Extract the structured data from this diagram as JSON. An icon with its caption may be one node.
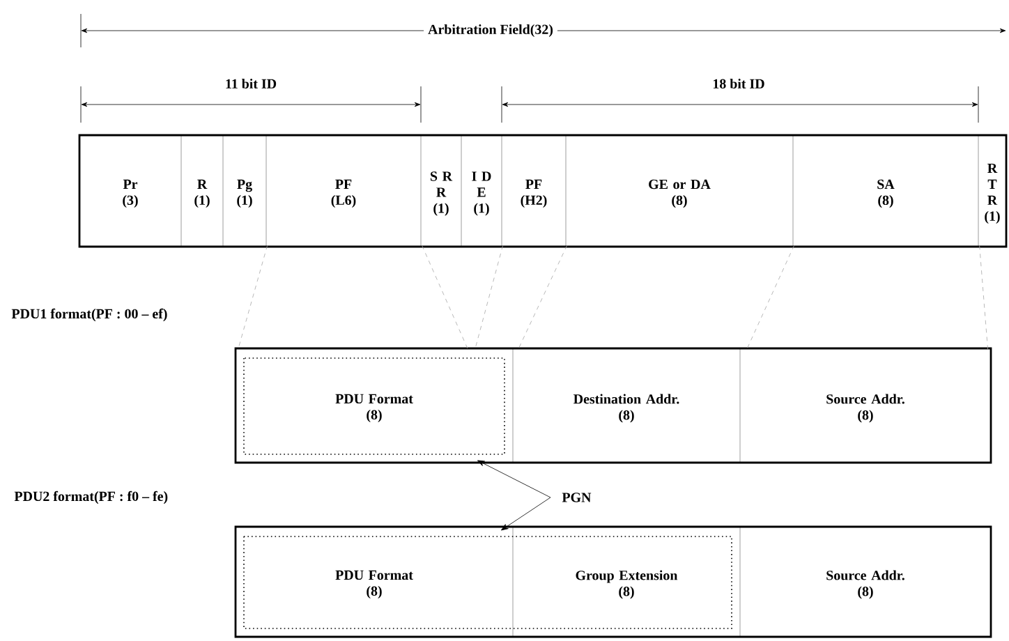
{
  "diagram": {
    "nodes": [
      {
        "text": [],
        "shape": "box"
      },
      {
        "text": [
          "Pr",
          "(3)"
        ],
        "in": 0
      },
      {
        "text": [
          "R",
          "(1)"
        ],
        "in": 0
      },
      {
        "text": [
          "Pg",
          "(1)"
        ],
        "in": 0
      },
      {
        "text": [
          "PF",
          "(L6)"
        ],
        "in": 0
      },
      {
        "text": [
          "S R R",
          "(1)"
        ],
        "in": 0
      },
      {
        "text": [
          "I D E",
          "(1)"
        ],
        "in": 0
      },
      {
        "text": [
          "PF",
          "(H2)"
        ],
        "in": 0
      },
      {
        "text": [
          "GE or DA",
          "(8)"
        ],
        "in": 0
      },
      {
        "text": [
          "SA",
          "(8)"
        ],
        "in": 0
      },
      {
        "text": [
          "R T R",
          "(1)"
        ],
        "in": 0
      },
      {
        "text": [],
        "shape": "box"
      },
      {
        "text": [
          "PDU Format",
          "(8)"
        ],
        "in": 11
      },
      {
        "text": [
          "Destination Addr.",
          "(8)"
        ],
        "in": 11
      },
      {
        "text": [
          "Source Addr.",
          "(8)"
        ],
        "in": 11
      },
      {
        "text": [],
        "shape": "box"
      },
      {
        "text": [
          "PDU Format",
          "(8)"
        ],
        "in": 15
      },
      {
        "text": [
          "Group Extension",
          "(8)"
        ],
        "in": 15
      },
      {
        "text": [
          "Source Addr.",
          "(8)"
        ],
        "in": 15
      }
    ],
    "edges": [
      {
        "from": 12,
        "to": 16,
        "arrow": "both",
        "label": "PGN",
        "color": "#000000"
      },
      {
        "from": 4,
        "to": 12,
        "arrow": "none",
        "style": "dashed"
      },
      {
        "from": 5,
        "to": 12,
        "arrow": "none",
        "style": "dashed"
      },
      {
        "from": 7,
        "to": 12,
        "arrow": "none",
        "style": "dashed"
      },
      {
        "from": 8,
        "to": 13,
        "arrow": "none",
        "style": "dashed"
      },
      {
        "from": 9,
        "to": 14,
        "arrow": "none",
        "style": "dashed"
      },
      {
        "from": 10,
        "to": 14,
        "arrow": "none",
        "style": "dashed"
      }
    ],
    "labels": [
      "Arbitration Field(32)",
      "11 bit ID",
      "18 bit ID",
      "PDU1 format(PF : 00 – ef)",
      "PDU2 format(PF : f0 – fe)"
    ]
  }
}
